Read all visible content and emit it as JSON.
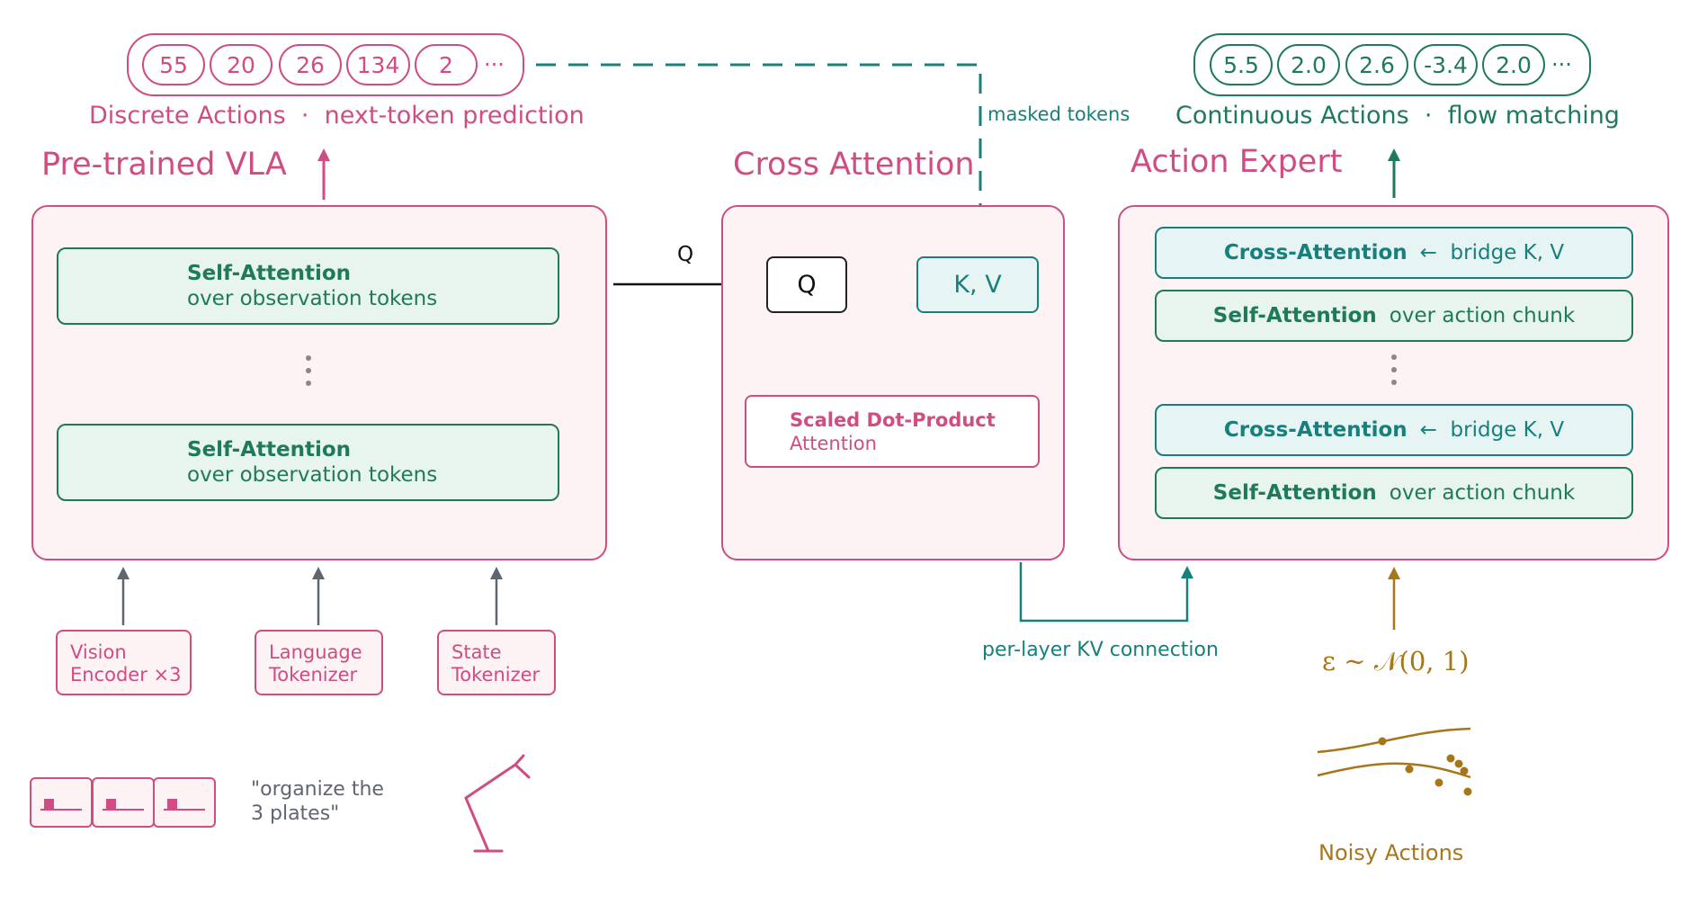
{
  "discrete_tokens": [
    "55",
    "20",
    "26",
    "134",
    "2"
  ],
  "continuous_tokens": [
    "5.5",
    "2.0",
    "2.6",
    "-3.4",
    "2.0"
  ],
  "ellipsis": "···",
  "discrete_caption": "Discrete Actions  ·  next-token prediction",
  "continuous_caption": "Continuous Actions  ·  flow matching",
  "masked_tokens_label": "masked tokens",
  "pretrained": {
    "title": "Pre-trained VLA",
    "blocks": [
      {
        "bold": "Self-Attention",
        "sub": "over observation tokens"
      },
      {
        "bold": "Self-Attention",
        "sub": "over observation tokens"
      }
    ]
  },
  "cross_attention": {
    "title": "Cross Attention",
    "q_arrow_label": "Q",
    "q_box": "Q",
    "kv_box": "K, V",
    "sdp_bold": "Scaled Dot-Product",
    "sdp_sub": "Attention"
  },
  "action_expert": {
    "title": "Action Expert",
    "blocks": [
      {
        "bold": "Cross-Attention",
        "rest": "←  bridge K, V",
        "kind": "cross"
      },
      {
        "bold": "Self-Attention",
        "rest": "over action chunk",
        "kind": "self"
      },
      {
        "bold": "Cross-Attention",
        "rest": "←  bridge K, V",
        "kind": "cross"
      },
      {
        "bold": "Self-Attention",
        "rest": "over action chunk",
        "kind": "self"
      }
    ]
  },
  "inputs": {
    "vision": [
      "Vision",
      "Encoder ×3"
    ],
    "language": [
      "Language",
      "Tokenizer"
    ],
    "state": [
      "State",
      "Tokenizer"
    ]
  },
  "instruction_text": [
    "\"organize the",
    "3 plates\""
  ],
  "kv_connection_label": "per-layer KV connection",
  "noise_formula": "ε ~ 𝒩(0, 1)",
  "noisy_actions_label": "Noisy Actions",
  "colors": {
    "pink": "#cf4d82",
    "green": "#1f7a5c",
    "teal": "#17807c",
    "gold": "#a8761a",
    "gray": "#5f6670"
  }
}
